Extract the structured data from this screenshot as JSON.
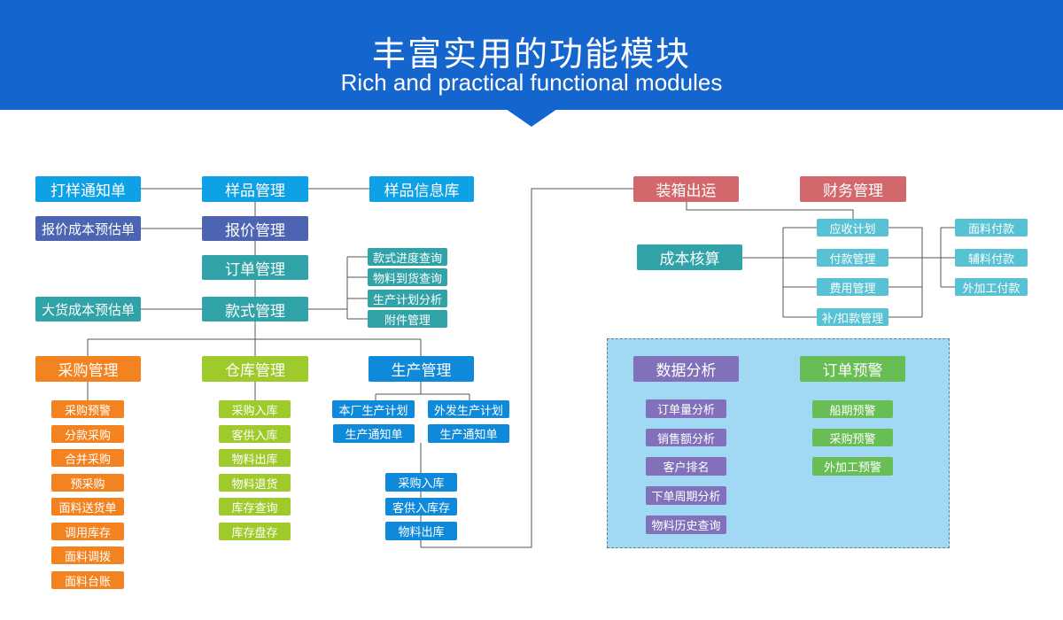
{
  "header": {
    "title": "丰富实用的功能模块",
    "subtitle": "Rich and practical functional modules",
    "color": "#1565cf"
  },
  "nodes": {
    "proof_notice": "打样通知单",
    "sample_mgmt": "样品管理",
    "sample_library": "样品信息库",
    "quote_estimate": "报价成本预估单",
    "quote_mgmt": "报价管理",
    "order_mgmt": "订单管理",
    "bulk_estimate": "大货成本预估单",
    "style_mgmt": "款式管理",
    "style_sub": [
      "款式进度查询",
      "物料到货查询",
      "生产计划分析",
      "附件管理"
    ],
    "purchase_mgmt": "采购管理",
    "warehouse_mgmt": "仓库管理",
    "production_mgmt": "生产管理",
    "purchase_items": [
      "采购预警",
      "分款采购",
      "合并采购",
      "预采购",
      "面料送货单",
      "调用库存",
      "面料调拨",
      "面料台账"
    ],
    "warehouse_items": [
      "采购入库",
      "客供入库",
      "物料出库",
      "物料退货",
      "库存查询",
      "库存盘存"
    ],
    "production_plans": [
      "本厂生产计划",
      "外发生产计划"
    ],
    "production_notices": [
      "生产通知单",
      "生产通知单"
    ],
    "production_stock": [
      "采购入库",
      "客供入库存",
      "物料出库"
    ],
    "packing_shipping": "装箱出运",
    "finance_mgmt": "财务管理",
    "cost_accounting": "成本核算",
    "finance_sub": [
      "应收计划",
      "付款管理",
      "费用管理",
      "补/扣款管理"
    ],
    "payments": [
      "面料付款",
      "辅料付款",
      "外加工付款"
    ],
    "data_analysis": "数据分析",
    "order_alert": "订单预警",
    "analysis_items": [
      "订单量分析",
      "销售额分析",
      "客户排名",
      "下单周期分析",
      "物料历史查询"
    ],
    "alert_items": [
      "船期预警",
      "采购预警",
      "外加工预警"
    ]
  },
  "colors": {
    "blue": "#0ea1e6",
    "indigo": "#4d64b3",
    "teal": "#30a3a9",
    "orange": "#f38320",
    "lime": "#9fca2b",
    "bright_blue": "#0f89d9",
    "red": "#d2686c",
    "cyan": "#56c2d4",
    "purple": "#8270ba",
    "green": "#68bd54",
    "panel": "#a1d8f4",
    "connector": "#555555"
  }
}
